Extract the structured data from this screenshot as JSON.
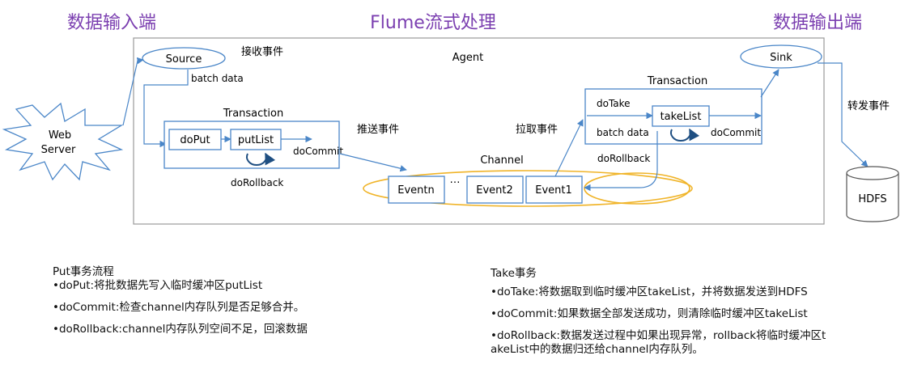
{
  "headers": {
    "input": "数据输入端",
    "flume": "Flume流式处理",
    "output": "数据输出端"
  },
  "diagram": {
    "agent": "Agent",
    "source": "Source",
    "sink": "Sink",
    "web_server_line1": "Web",
    "web_server_line2": "Server",
    "receive_event": "接收事件",
    "batch_data_left": "batch data",
    "transaction_left": "Transaction",
    "do_put": "doPut",
    "put_list": "putList",
    "do_commit_left": "doCommit",
    "do_rollback_left": "doRollback",
    "push_event": "推送事件",
    "channel": "Channel",
    "event_n": "Eventn",
    "ellipsis": "…",
    "event_2": "Event2",
    "event_1": "Event1",
    "pull_event": "拉取事件",
    "transaction_right": "Transaction",
    "do_take": "doTake",
    "take_list": "takeList",
    "batch_data_right": "batch data",
    "do_commit_right": "doCommit",
    "do_rollback_right": "doRollback",
    "forward_event": "转发事件",
    "hdfs": "HDFS"
  },
  "put_notes": {
    "title": "Put事务流程",
    "items": [
      "•doPut:将批数据先写入临时缓冲区putList",
      "•doCommit:检查channel内存队列是否足够合并。",
      "•doRollback:channel内存队列空间不足，回滚数据"
    ]
  },
  "take_notes": {
    "title": "Take事务",
    "items": [
      "•doTake:将数据取到临时缓冲区takeList，并将数据发送到HDFS",
      "•doCommit:如果数据全部发送成功，则清除临时缓冲区takeList",
      "•doRollback:数据发送过程中如果出现异常，rollback将临时缓冲区t",
      "akeList中的数据归还给channel内存队列。"
    ]
  }
}
